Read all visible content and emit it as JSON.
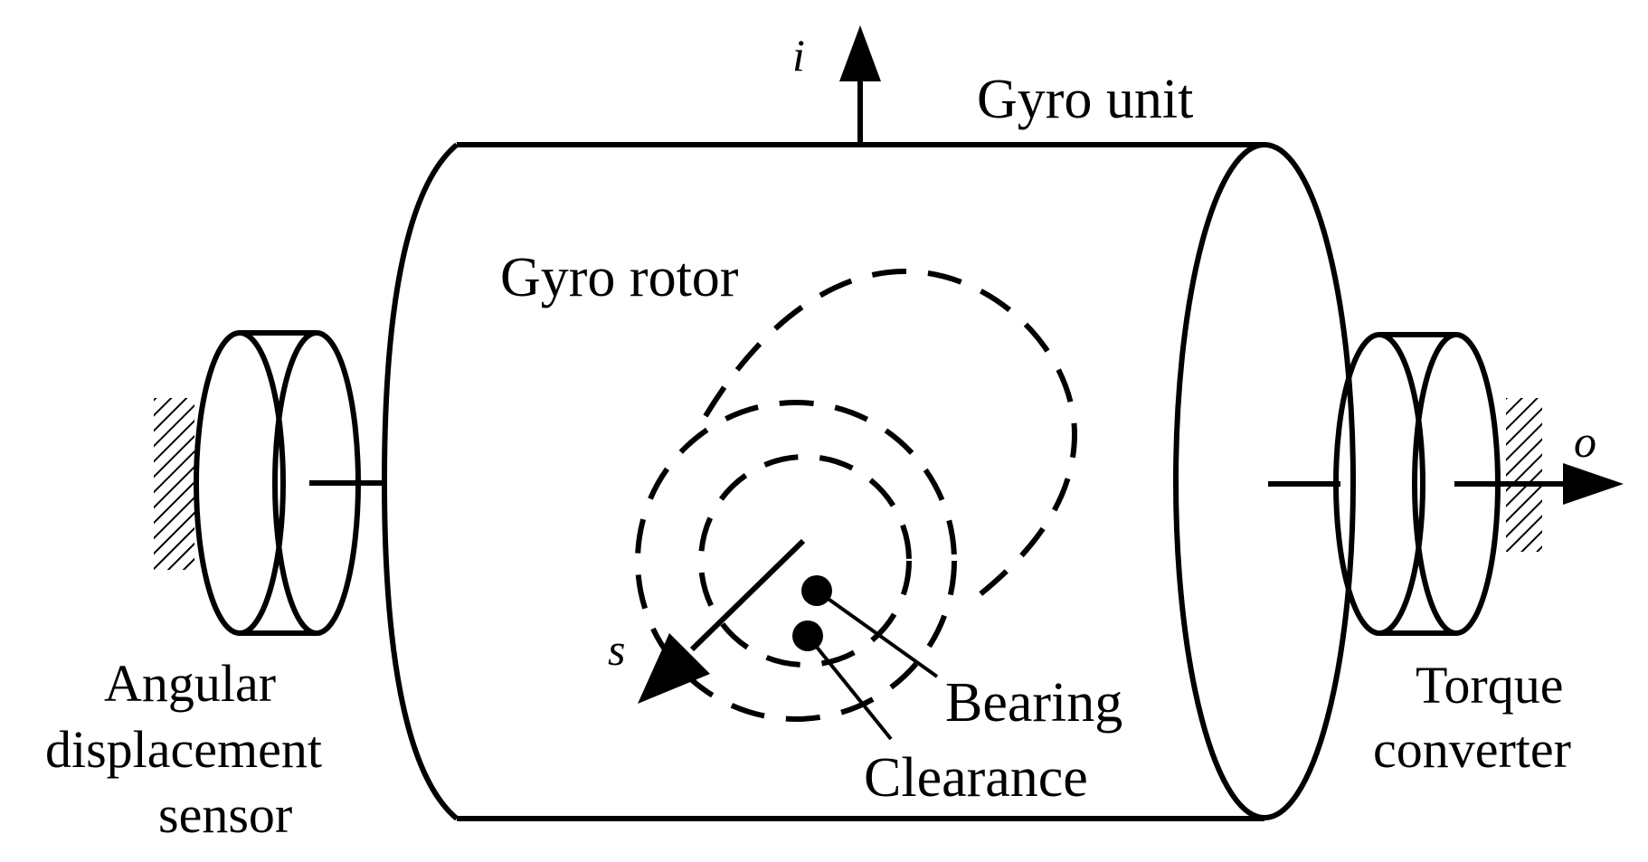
{
  "labels": {
    "gyro_unit": "Gyro unit",
    "gyro_rotor": "Gyro rotor",
    "bearing": "Bearing",
    "clearance": "Clearance",
    "angular_sensor_line1": "Angular",
    "angular_sensor_line2": "displacement",
    "angular_sensor_line3": "sensor",
    "torque_converter_line1": "Torque",
    "torque_converter_line2": "converter"
  },
  "axes": {
    "i": "i",
    "o": "o",
    "s": "s"
  }
}
